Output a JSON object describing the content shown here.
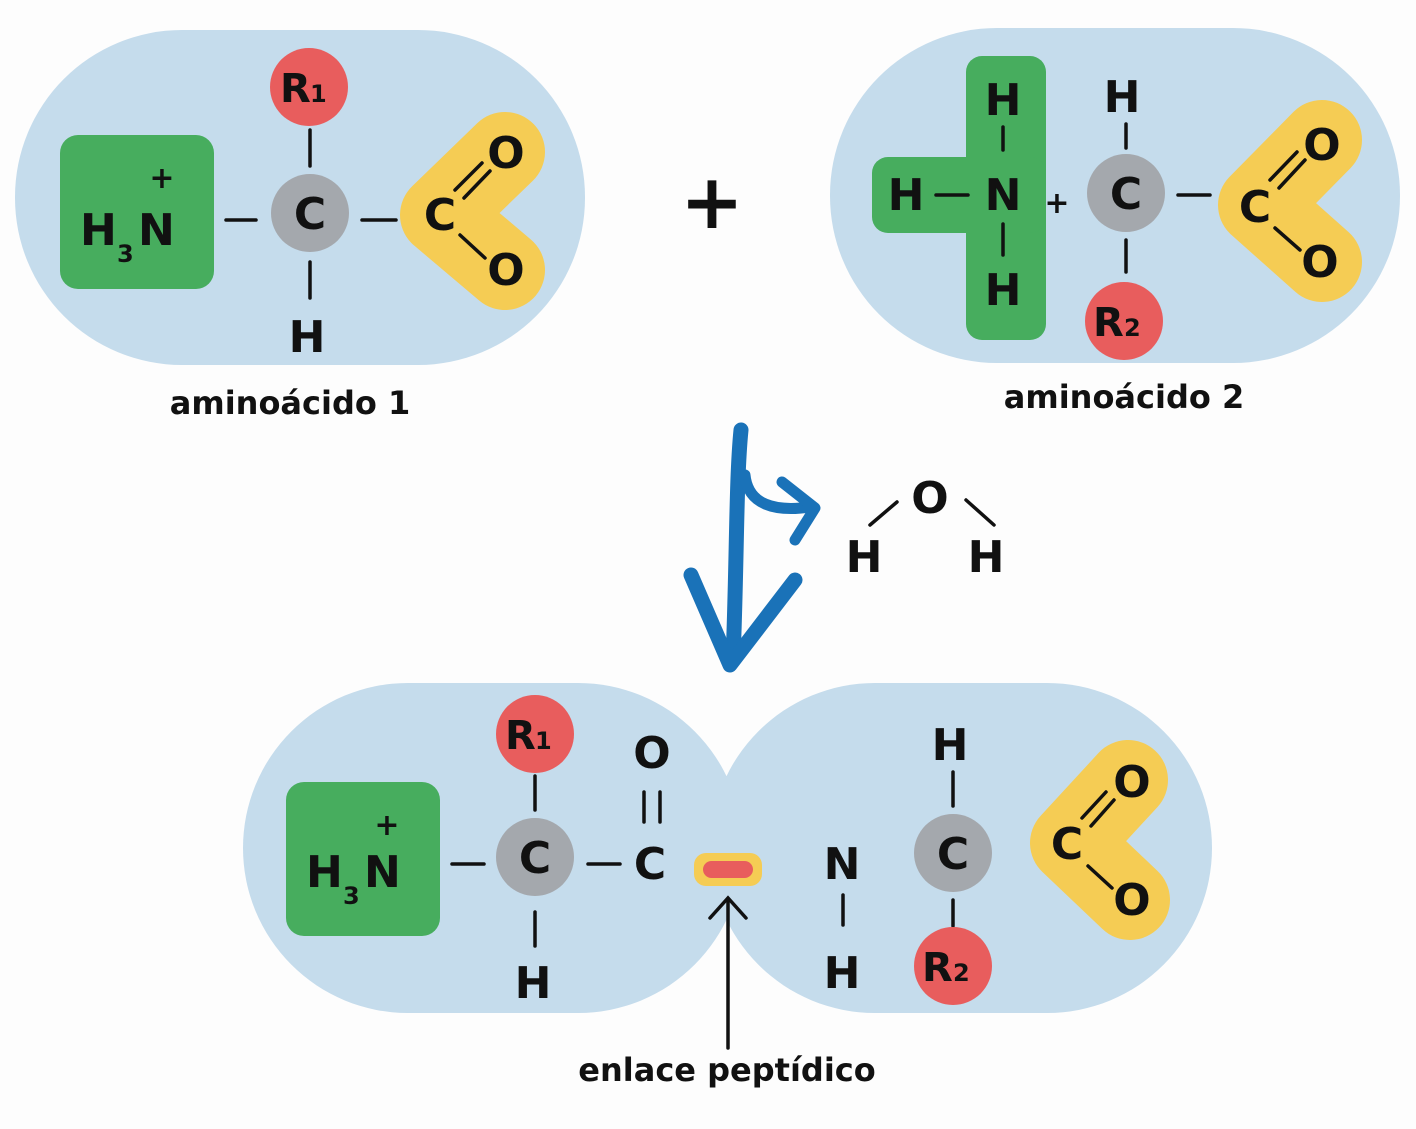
{
  "colors": {
    "background": "#fdfdfd",
    "molecule_bg": "#c5dcec",
    "amino_group": "#47ad5e",
    "carboxyl_group": "#f5cc54",
    "r_group": "#e85d5d",
    "alpha_carbon": "#a4a8ad",
    "arrow": "#1a72b8",
    "peptide_bond_outer": "#f5cc54",
    "peptide_bond_inner": "#e85d5d",
    "text": "#111111"
  },
  "icons": {
    "reaction_arrow": "down-arrow-icon",
    "water_release_arrow": "curved-arrow-icon",
    "pointer_arrow": "up-arrow-icon"
  },
  "labels": {
    "amino_acid_1": "aminoácido 1",
    "amino_acid_2": "aminoácido 2",
    "peptide_bond": "enlace peptídico",
    "plus": "+"
  },
  "amino_acid_1": {
    "amine_h": "H",
    "amine_sub": "3",
    "amine_n": "N",
    "amine_charge": "+",
    "alpha_carbon": "C",
    "r_group": "R",
    "r_sub": "1",
    "hydrogen": "H",
    "carboxyl_c": "C",
    "carboxyl_o1": "O",
    "carboxyl_o2": "O"
  },
  "amino_acid_2": {
    "amine_h_top": "H",
    "amine_h_left": "H",
    "amine_n": "N",
    "amine_h_bottom": "H",
    "amine_charge": "+",
    "hydrogen": "H",
    "alpha_carbon": "C",
    "r_group": "R",
    "r_sub": "2",
    "carboxyl_c": "C",
    "carboxyl_o1": "O",
    "carboxyl_o2": "O"
  },
  "water": {
    "o": "O",
    "h_left": "H",
    "h_right": "H"
  },
  "dipeptide": {
    "amine_h": "H",
    "amine_sub": "3",
    "amine_n": "N",
    "amine_charge": "+",
    "alpha_carbon_1": "C",
    "r_group_1": "R",
    "r_sub_1": "1",
    "hydrogen_1": "H",
    "carbonyl_c": "C",
    "carbonyl_o": "O",
    "amide_n": "N",
    "amide_h": "H",
    "hydrogen_2": "H",
    "alpha_carbon_2": "C",
    "r_group_2": "R",
    "r_sub_2": "2",
    "carboxyl_c": "C",
    "carboxyl_o1": "O",
    "carboxyl_o2": "O"
  }
}
